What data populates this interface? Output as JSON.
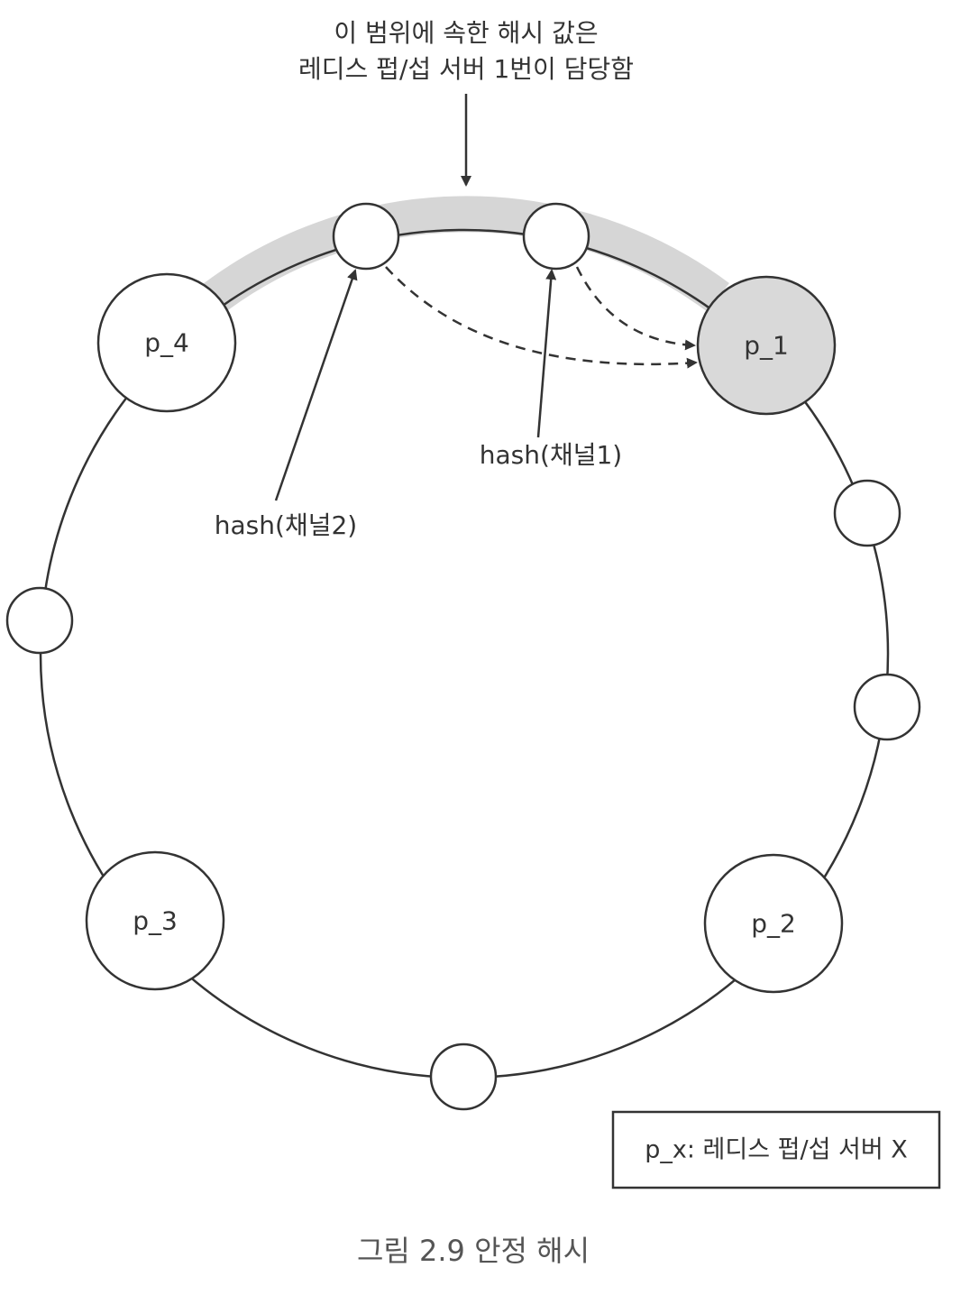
{
  "annotation": {
    "line1": "이 범위에 속한 해시 값은",
    "line2": "레디스 펍/섭 서버 1번이 담당함"
  },
  "servers": [
    {
      "id": "p1",
      "label": "p_1",
      "highlighted": true
    },
    {
      "id": "p2",
      "label": "p_2",
      "highlighted": false
    },
    {
      "id": "p3",
      "label": "p_3",
      "highlighted": false
    },
    {
      "id": "p4",
      "label": "p_4",
      "highlighted": false
    }
  ],
  "hash_labels": {
    "channel1": "hash(채널1)",
    "channel2": "hash(채널2)"
  },
  "legend": "p_x: 레디스 펍/섭 서버 X",
  "caption": "그림 2.9 안정 해시",
  "colors": {
    "highlight_band": "#d6d6d6",
    "server_highlight": "#d9d9d9",
    "line": "#333333"
  }
}
